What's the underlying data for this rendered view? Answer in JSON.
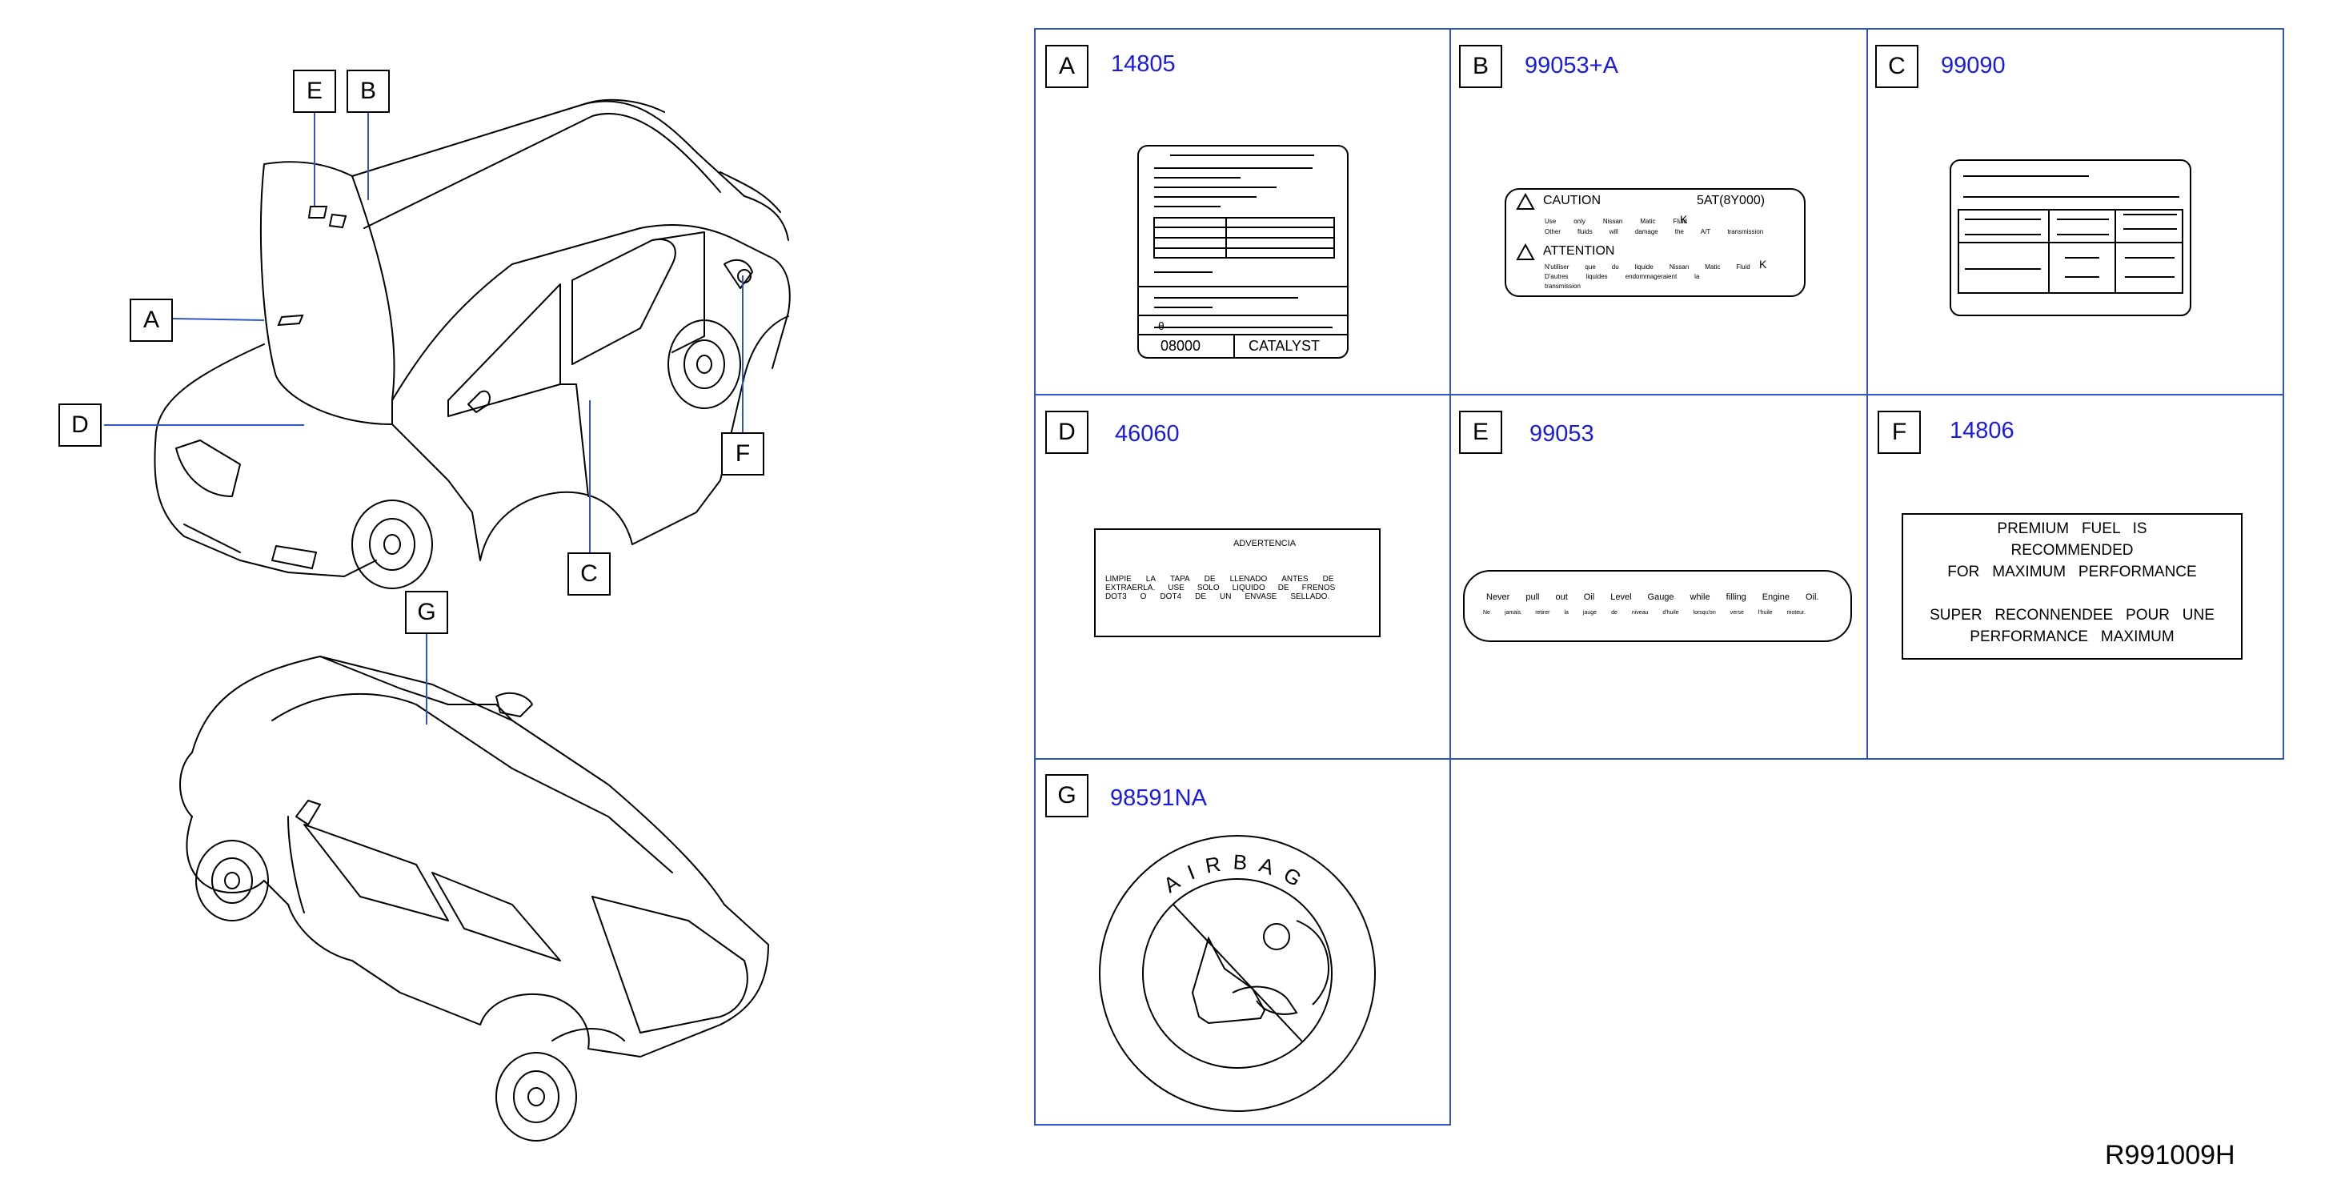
{
  "callouts": {
    "A": "A",
    "B": "B",
    "C": "C",
    "D": "D",
    "E": "E",
    "F": "F",
    "G": "G"
  },
  "cells": [
    {
      "letter": "A",
      "part_number": "14805"
    },
    {
      "letter": "B",
      "part_number": "99053+A"
    },
    {
      "letter": "C",
      "part_number": "99090"
    },
    {
      "letter": "D",
      "part_number": "46060"
    },
    {
      "letter": "E",
      "part_number": "99053"
    },
    {
      "letter": "F",
      "part_number": "14806"
    },
    {
      "letter": "G",
      "part_number": "98591NA"
    }
  ],
  "label_a": {
    "code": "08000",
    "name": "CATALYST"
  },
  "label_b": {
    "caution": "CAUTION",
    "model": "5AT(8Y000)",
    "caution_line1": [
      "Use",
      "only",
      "Nissan",
      "Matic",
      "Fluid",
      "K"
    ],
    "caution_line2": [
      "Other",
      "fluids",
      "will",
      "damage",
      "the",
      "A/T",
      "transmission"
    ],
    "attention": "ATTENTION",
    "attention_line1": [
      "N'utiliser",
      "que",
      "du",
      "liquide",
      "Nissan",
      "Matic",
      "Fluid",
      "K"
    ],
    "attention_line2": [
      "D'autres",
      "liquides",
      "endommageraient",
      "la"
    ],
    "attention_line3": [
      "transmission"
    ]
  },
  "label_d": {
    "title": "ADVERTENCIA",
    "line1": [
      "LIMPIE",
      "LA",
      "TAPA",
      "DE",
      "LLENADO",
      "ANTES",
      "DE"
    ],
    "line2": [
      "EXTRAERLA.",
      "USE",
      "SOLO",
      "LIQUIDO",
      "DE",
      "FRENOS"
    ],
    "line3": [
      "DOT3",
      "O",
      "DOT4",
      "DE",
      "UN",
      "ENVASE",
      "SELLADO."
    ]
  },
  "label_e": {
    "line1": [
      "Never",
      "pull",
      "out",
      "Oil",
      "Level",
      "Gauge",
      "while",
      "filling",
      "Engine",
      "Oil."
    ],
    "line2": [
      "Ne",
      "jamais",
      "retirer",
      "la",
      "jauge",
      "de",
      "niveau",
      "d'huile",
      "lorsqu'on",
      "verse",
      "l'huile",
      "moteur."
    ]
  },
  "label_f": {
    "line1": "PREMIUM   FUEL   IS",
    "line2": "RECOMMENDED",
    "line3": "FOR   MAXIMUM   PERFORMANCE",
    "line4": "SUPER   RECONNENDEE   POUR   UNE",
    "line5": "PERFORMANCE   MAXIMUM"
  },
  "label_g": {
    "text": "AIRBAG"
  },
  "reference": "R991009H",
  "colors": {
    "part_number": "#1a1ae6",
    "grid": "#2f55c9",
    "leader": "#2f55c9"
  }
}
